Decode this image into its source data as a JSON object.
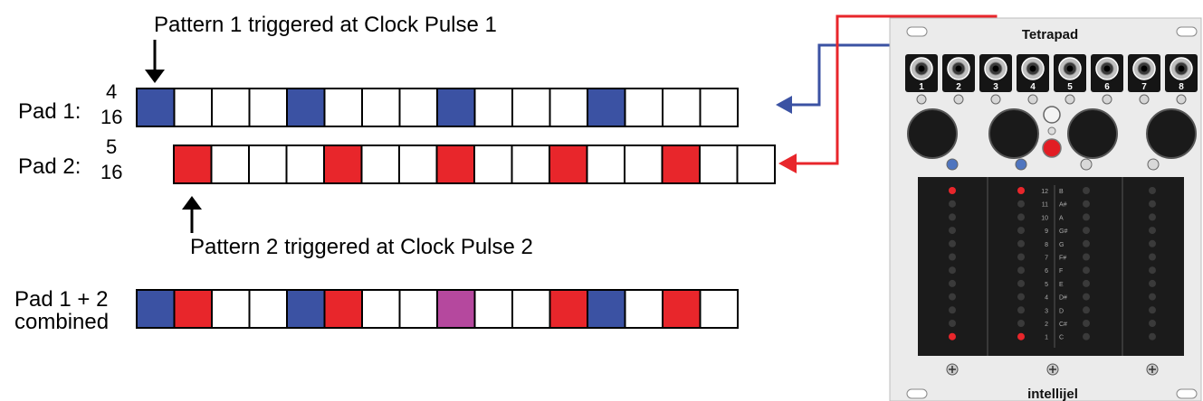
{
  "annotations": {
    "pattern1": "Pattern 1 triggered at Clock Pulse 1",
    "pattern2": "Pattern 2 triggered at Clock Pulse 2"
  },
  "rows": [
    {
      "id": "pad1",
      "label": "Pad 1:",
      "hits": "4",
      "steps": "16",
      "color": "#3b52a3",
      "cells": [
        "b",
        "w",
        "w",
        "w",
        "b",
        "w",
        "w",
        "w",
        "b",
        "w",
        "w",
        "w",
        "b",
        "w",
        "w",
        "w"
      ]
    },
    {
      "id": "pad2",
      "label": "Pad 2:",
      "hits": "5",
      "steps": "16",
      "color": "#e8262b",
      "cells": [
        "r",
        "w",
        "w",
        "w",
        "r",
        "w",
        "w",
        "r",
        "w",
        "w",
        "r",
        "w",
        "w",
        "r",
        "w",
        "w"
      ]
    },
    {
      "id": "combined",
      "label_line1": "Pad 1 + 2",
      "label_line2": "combined",
      "cells": [
        "b",
        "r",
        "w",
        "w",
        "b",
        "r",
        "w",
        "w",
        "p",
        "w",
        "w",
        "r",
        "b",
        "w",
        "r",
        "w"
      ]
    }
  ],
  "colors": {
    "b": "#3b52a3",
    "r": "#e8262b",
    "p": "#b5489e",
    "w": "#ffffff",
    "blue_cable": "#3b52a3",
    "red_cable": "#e8262b"
  },
  "module": {
    "title": "Tetrapad",
    "brand": "intellijel",
    "jacks": [
      "1",
      "2",
      "3",
      "4",
      "5",
      "6",
      "7",
      "8"
    ],
    "scale_numbers": [
      "12",
      "11",
      "10",
      "9",
      "8",
      "7",
      "6",
      "5",
      "4",
      "3",
      "2",
      "1"
    ],
    "scale_notes": [
      "B",
      "A#",
      "A",
      "G#",
      "G",
      "F#",
      "F",
      "E",
      "D#",
      "D",
      "C#",
      "C"
    ]
  }
}
